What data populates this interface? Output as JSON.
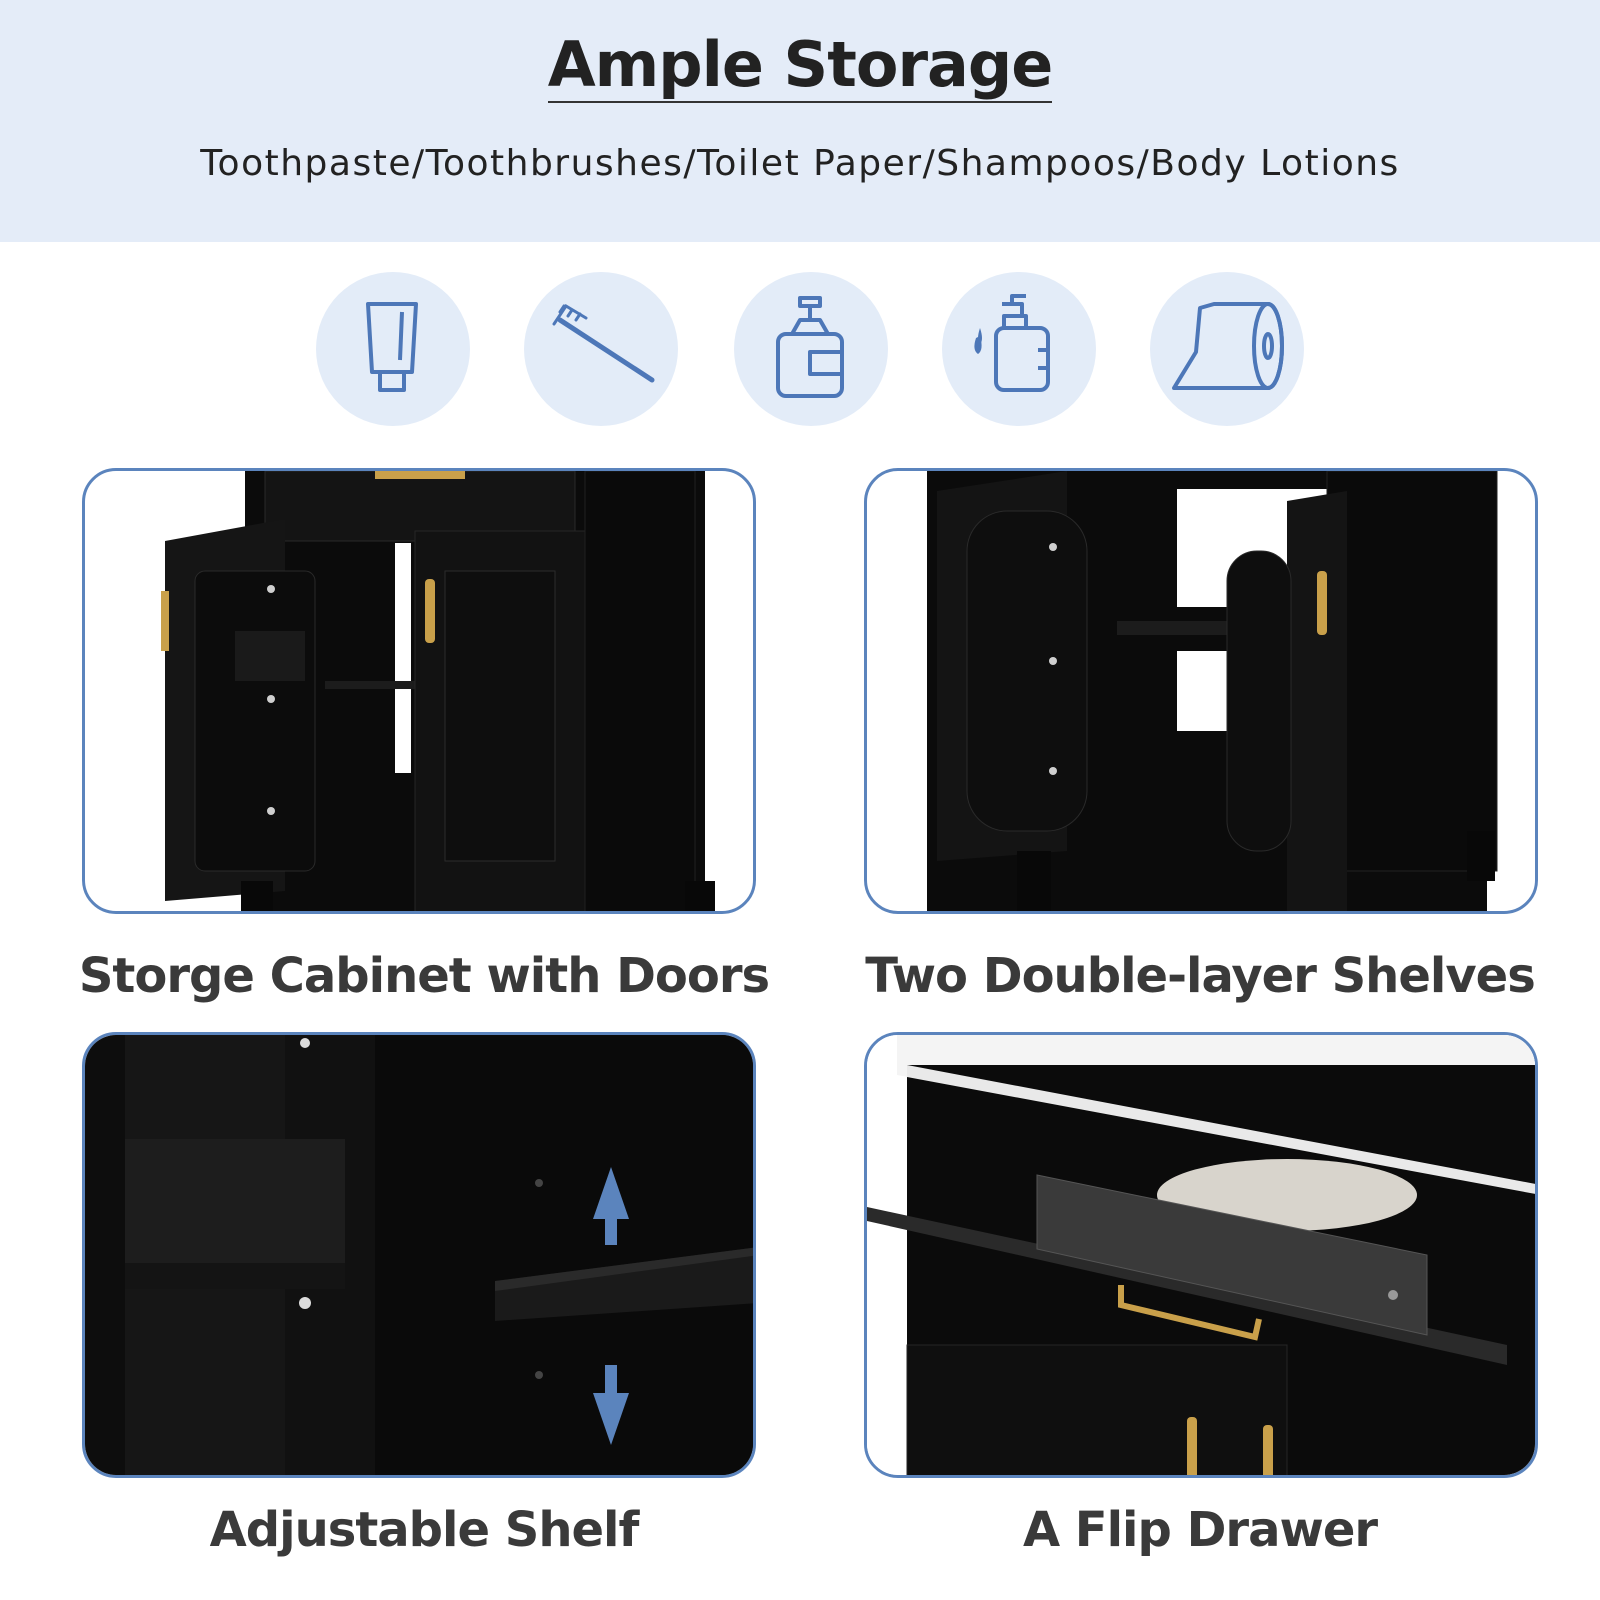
{
  "header": {
    "title": "Ample Storage",
    "subtitle": "Toothpaste/Toothbrushes/Toilet Paper/Shampoos/Body Lotions",
    "background_color": "#e4ecf8"
  },
  "icons": [
    {
      "name": "toothpaste-icon"
    },
    {
      "name": "toothbrush-icon"
    },
    {
      "name": "pump-bottle-icon"
    },
    {
      "name": "lotion-bottle-icon"
    },
    {
      "name": "toilet-paper-icon"
    }
  ],
  "icon_color": "#4d77b8",
  "panels": [
    {
      "caption": "Storge Cabinet with Doors"
    },
    {
      "caption": "Two Double-layer Shelves"
    },
    {
      "caption": "Adjustable Shelf"
    },
    {
      "caption": "A Flip Drawer"
    }
  ],
  "accent_color": "#5b84bd",
  "handle_color": "#c9a04a"
}
